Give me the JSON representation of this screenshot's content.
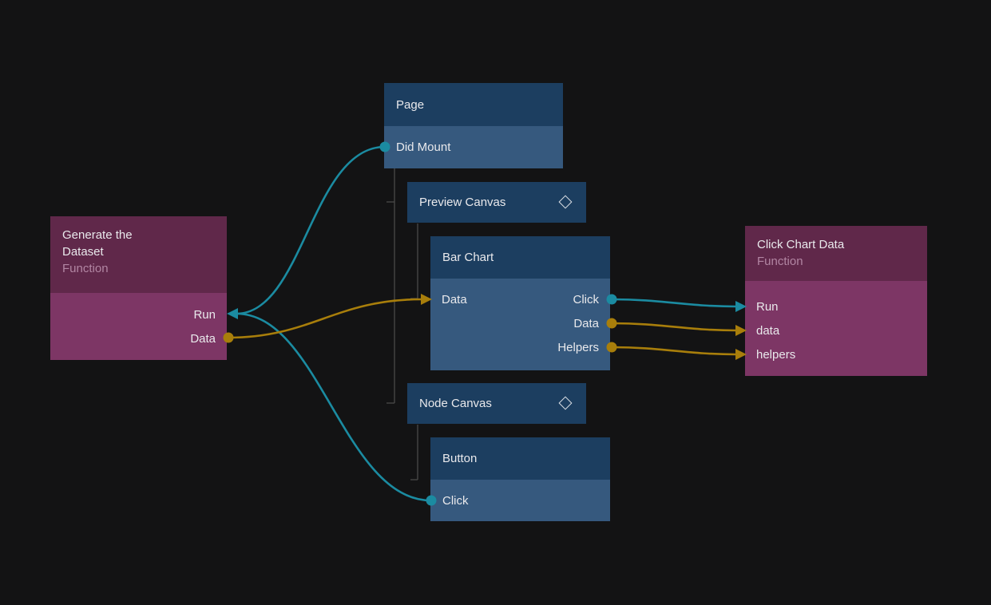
{
  "app": {
    "view": "node-graph-editor"
  },
  "colors": {
    "background": "#131314",
    "component_header": "#1c3e60",
    "component_body": "#36597e",
    "function_header": "#60284a",
    "function_body": "#7d3665",
    "signal_wire": "#1b8ba1",
    "data_wire": "#a87e0b",
    "hierarchy_line": "#4d4d4d",
    "label_text": "#e9e9ec",
    "subtitle_text": "#b286a3"
  },
  "nodes": {
    "generate_dataset": {
      "title": "Generate the Dataset",
      "subtitle": "Function",
      "outputs": [
        {
          "label": "Run",
          "type": "signal"
        },
        {
          "label": "Data",
          "type": "data"
        }
      ]
    },
    "page": {
      "title": "Page",
      "outputs": [
        {
          "label": "Did Mount",
          "type": "signal"
        }
      ]
    },
    "preview_canvas": {
      "title": "Preview Canvas",
      "icon": "diamond-icon"
    },
    "bar_chart": {
      "title": "Bar Chart",
      "inputs": [
        {
          "label": "Data",
          "type": "data"
        }
      ],
      "outputs": [
        {
          "label": "Click",
          "type": "signal"
        },
        {
          "label": "Data",
          "type": "data"
        },
        {
          "label": "Helpers",
          "type": "data"
        }
      ]
    },
    "node_canvas": {
      "title": "Node Canvas",
      "icon": "diamond-icon"
    },
    "button": {
      "title": "Button",
      "outputs": [
        {
          "label": "Click",
          "type": "signal"
        }
      ]
    },
    "click_chart_data": {
      "title": "Click Chart Data",
      "subtitle": "Function",
      "inputs": [
        {
          "label": "Run",
          "type": "signal"
        },
        {
          "label": "data",
          "type": "data"
        },
        {
          "label": "helpers",
          "type": "data"
        }
      ]
    }
  },
  "connections": [
    {
      "from": "Page.Did Mount",
      "to": "Generate the Dataset.Run",
      "type": "signal"
    },
    {
      "from": "Button.Click",
      "to": "Generate the Dataset.Run",
      "type": "signal"
    },
    {
      "from": "Generate the Dataset.Data",
      "to": "Bar Chart.Data",
      "type": "data"
    },
    {
      "from": "Bar Chart.Click",
      "to": "Click Chart Data.Run",
      "type": "signal"
    },
    {
      "from": "Bar Chart.Data",
      "to": "Click Chart Data.data",
      "type": "data"
    },
    {
      "from": "Bar Chart.Helpers",
      "to": "Click Chart Data.helpers",
      "type": "data"
    }
  ],
  "hierarchy": [
    {
      "parent": "Page",
      "children": [
        "Preview Canvas",
        "Node Canvas"
      ]
    },
    {
      "parent": "Preview Canvas",
      "children": [
        "Bar Chart"
      ]
    },
    {
      "parent": "Node Canvas",
      "children": [
        "Button"
      ]
    }
  ]
}
